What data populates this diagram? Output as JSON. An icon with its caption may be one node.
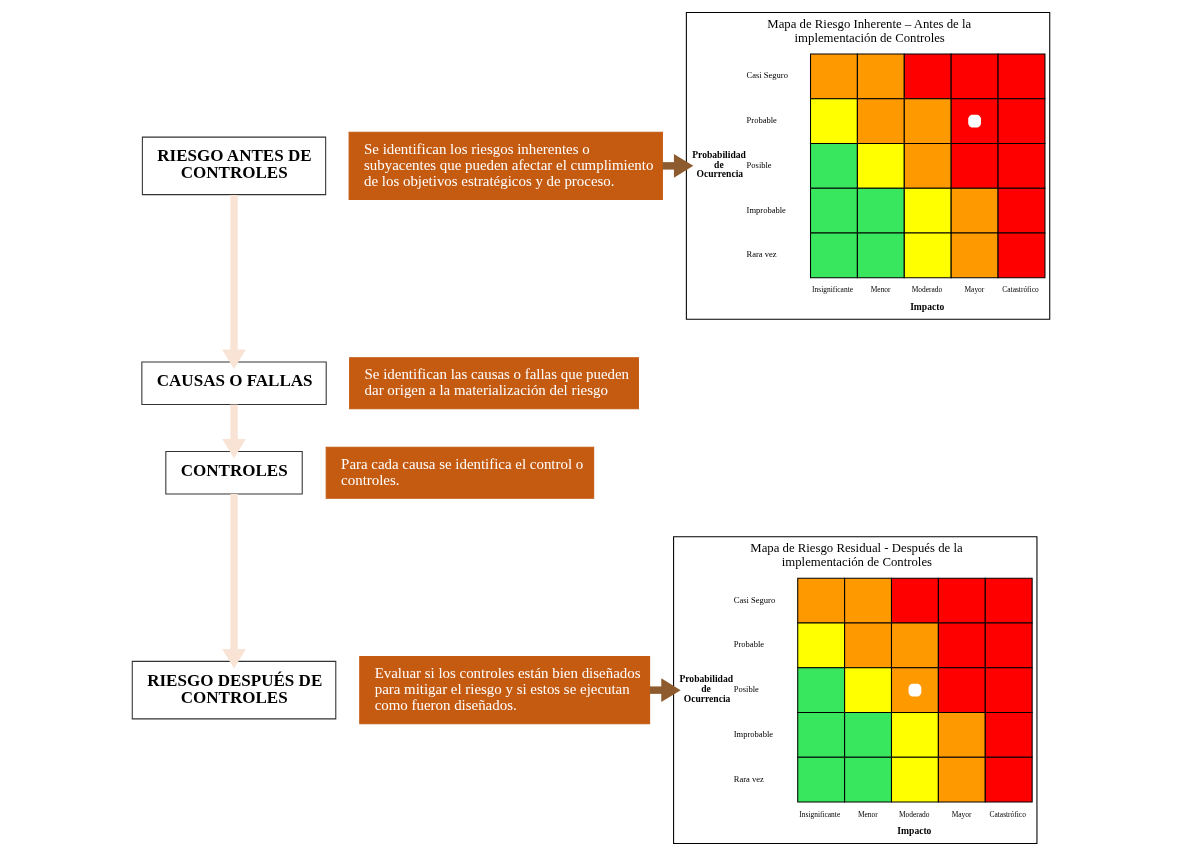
{
  "diagram": {
    "nodes": [
      {
        "text": [
          "RIESGO ANTES DE CONTROLES"
        ]
      },
      {
        "text": [
          "Se identifican los riesgos inherentes o subyacentes que pueden afectar el cumplimiento de los objetivos estratégicos y de proceso."
        ]
      },
      {
        "text": [
          "Mapa de Riesgo Inherente – Antes de la implementación de Controles",
          "Probabilidad de Ocurrencia",
          "Casi Seguro",
          "Probable",
          "Posible",
          "Improbable",
          "Rara vez",
          "Insignificante",
          "Menor",
          "Moderado",
          "Mayor",
          "Catastrófico",
          "Impacto"
        ]
      },
      {
        "text": [
          "CAUSAS O FALLAS"
        ]
      },
      {
        "text": [
          "Se identifican las causas o fallas que pueden dar origen a la materialización del riesgo"
        ]
      },
      {
        "text": [
          "CONTROLES"
        ]
      },
      {
        "text": [
          "Para cada causa se identifica el control o controles."
        ]
      },
      {
        "text": [
          "Mapa de Riesgo Residual - Después de la implementación de Controles",
          "Probabilidad de Ocurrencia",
          "Casi Seguro",
          "Probable",
          "Posible",
          "Improbable",
          "Rara vez",
          "Insignificante",
          "Menor",
          "Moderado",
          "Mayor",
          "Catastrófico",
          "Impacto"
        ]
      },
      {
        "text": [
          "RIESGO DESPUÉS DE CONTROLES"
        ]
      },
      {
        "text": [
          "Evaluar si los controles están bien diseñados para mitigar el riesgo y si estos se ejecutan como fueron diseñados."
        ]
      }
    ],
    "edges": [
      {
        "from": 0,
        "to": 3,
        "arrow": "to",
        "color": "#f9e3d5"
      },
      {
        "from": 3,
        "to": 5,
        "arrow": "to",
        "color": "#f9e3d5"
      },
      {
        "from": 5,
        "to": 8,
        "arrow": "to",
        "color": "#f9e3d5"
      },
      {
        "from": 1,
        "to": 2,
        "arrow": "to",
        "color": "#8d5b2e"
      },
      {
        "from": 9,
        "to": 7,
        "arrow": "to",
        "color": "#8d5b2e"
      }
    ]
  }
}
